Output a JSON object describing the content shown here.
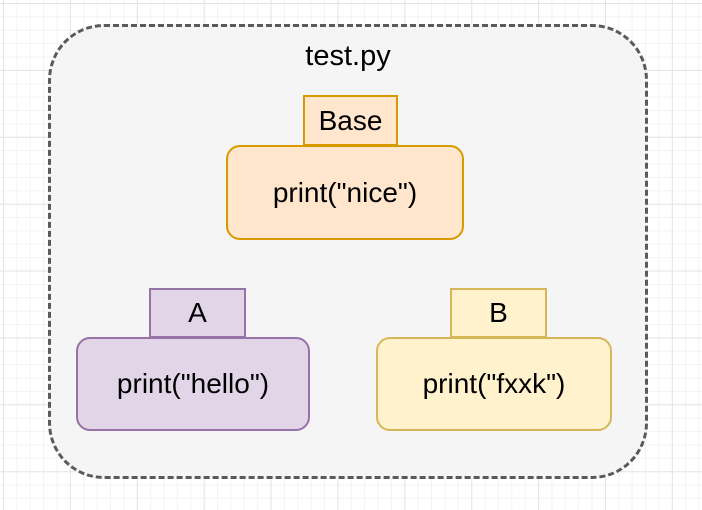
{
  "diagram": {
    "title": "test.py"
  },
  "nodes": [
    {
      "name": "Base",
      "code": "print(\"nice\")",
      "fill": "#FFE6CC",
      "stroke": "#D79B00"
    },
    {
      "name": "A",
      "code": "print(\"hello\")",
      "fill": "#E1D5E7",
      "stroke": "#9673A6"
    },
    {
      "name": "B",
      "code": "print(\"fxxk\")",
      "fill": "#FFF2CC",
      "stroke": "#D6B656"
    }
  ],
  "colors": {
    "canvas_bg": "#ffffff",
    "grid_minor": "#f2f3f5",
    "grid_major": "#e4e5e7",
    "container_fill": "#f5f5f5",
    "container_border": "#5a5a5a",
    "text": "#000000"
  }
}
